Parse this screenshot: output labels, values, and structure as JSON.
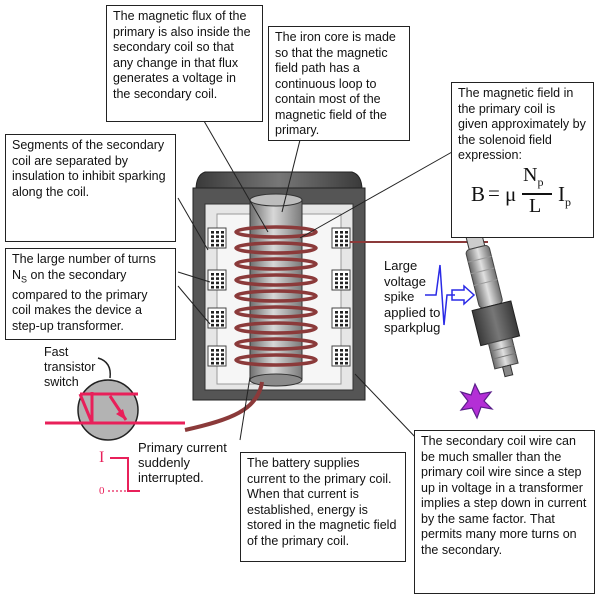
{
  "annotations": {
    "flux_secondary": "The magnetic flux of the primary is also inside the secondary coil so that any change in that flux generates a voltage in the secondary coil.",
    "iron_core": "The iron core is made so that the magnetic field path has a continuous loop to contain most of the magnetic field of the primary.",
    "field_primary": "The magnetic field in the primary coil is given approximately by the solenoid field expression:",
    "segments": "Segments of the secondary coil are separated by insulation to inhibit sparking along the coil.",
    "turns_prefix": "The large number of turns N",
    "turns_sub": "S",
    "turns_suffix": " on the secondary compared to the primary coil makes the device a step-up transformer.",
    "battery": "The battery supplies current to the primary coil. When that current is established, energy is stored in the magnetic field of the primary coil.",
    "secondary_wire": "The secondary coil wire can be much smaller than the primary coil wire since a step up in voltage in a transformer implies a step down in current by the same factor. That permits many more turns on the secondary."
  },
  "labels": {
    "transistor": "Fast transistor switch",
    "primary_current": "Primary current suddenly interrupted.",
    "spike": "Large voltage spike applied to sparkplug",
    "current_symbol": "I",
    "zero": "0"
  },
  "formula": {
    "lhs": "B",
    "eq": "=",
    "mu": "μ",
    "num": "N",
    "num_sub": "p",
    "den": "L",
    "rhs": "I",
    "rhs_sub": "p"
  },
  "colors": {
    "coil": "#8b3a3a",
    "core": "#9a9a9a",
    "casing": "#5a5a5a",
    "signal_red": "#e8205a",
    "pulse_blue": "#2a2ae6",
    "spark": "#7b2fbf"
  }
}
